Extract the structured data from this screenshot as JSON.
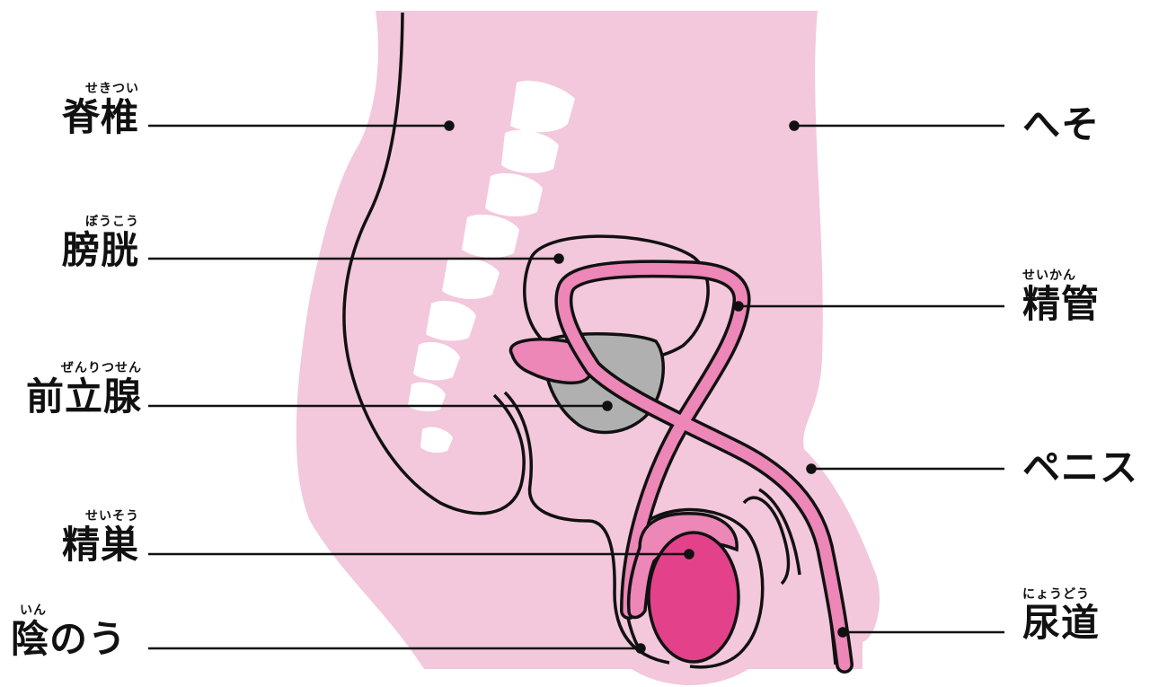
{
  "labels": {
    "spine": {
      "ruby": "せきつい",
      "text": "脊椎"
    },
    "bladder": {
      "ruby": "ぼうこう",
      "text": "膀胱"
    },
    "prostate": {
      "ruby": "ぜんりつせん",
      "text": "前立腺"
    },
    "testis": {
      "ruby": "せいそう",
      "text": "精巣"
    },
    "scrotum": {
      "ruby": "いん",
      "text": "陰のう"
    },
    "navel": {
      "ruby": "",
      "text": "へそ"
    },
    "vas_deferens": {
      "ruby": "せいかん",
      "text": "精管"
    },
    "penis": {
      "ruby": "",
      "text": "ペニス"
    },
    "urethra": {
      "ruby": "にょうどう",
      "text": "尿道"
    }
  },
  "colors": {
    "body": "#f3c7dc",
    "vertebrae": "#ffffff",
    "tube_pink": "#ec87b8",
    "testis": "#e4418b",
    "prostate": "#b0b0b0",
    "outline": "#111111"
  }
}
